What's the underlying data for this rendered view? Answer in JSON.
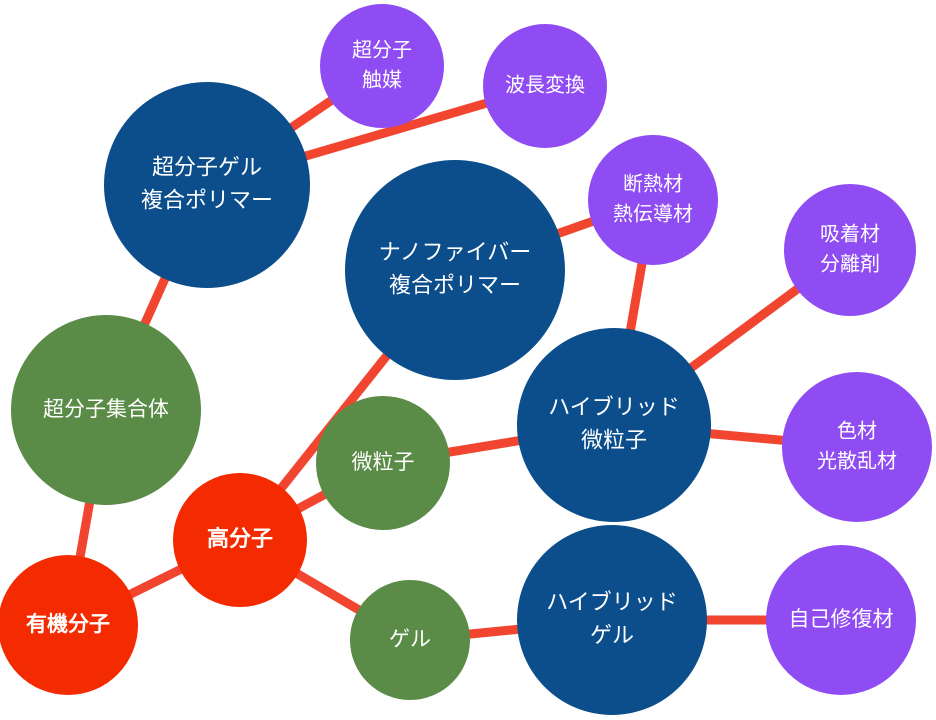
{
  "colors": {
    "link": "#f2452f",
    "red": "#f42b00",
    "green": "#5a8b47",
    "navy": "#0b4e8b",
    "purple": "#8f4cf3"
  },
  "nodes": {
    "supramolecular_catalyst": {
      "lines": [
        "超分子",
        "触媒"
      ],
      "color": "purple"
    },
    "wavelength_conversion": {
      "lines": [
        "波長変換"
      ],
      "color": "purple"
    },
    "supramolecular_gel_composite": {
      "lines": [
        "超分子ゲル",
        "複合ポリマー"
      ],
      "color": "navy"
    },
    "insulation_heat_conduction": {
      "lines": [
        "断熱材",
        "熱伝導材"
      ],
      "color": "purple"
    },
    "adsorbent_separator": {
      "lines": [
        "吸着材",
        "分離剤"
      ],
      "color": "purple"
    },
    "nanofiber_composite": {
      "lines": [
        "ナノファイバー",
        "複合ポリマー"
      ],
      "color": "navy"
    },
    "supramolecular_assembly": {
      "lines": [
        "超分子集合体"
      ],
      "color": "green"
    },
    "hybrid_microparticle": {
      "lines": [
        "ハイブリッド",
        "微粒子"
      ],
      "color": "navy"
    },
    "microparticle": {
      "lines": [
        "微粒子"
      ],
      "color": "green"
    },
    "colorant_scatterer": {
      "lines": [
        "色材",
        "光散乱材"
      ],
      "color": "purple"
    },
    "polymer": {
      "lines": [
        "高分子"
      ],
      "color": "red"
    },
    "organic_molecule": {
      "lines": [
        "有機分子"
      ],
      "color": "red"
    },
    "gel": {
      "lines": [
        "ゲル"
      ],
      "color": "green"
    },
    "hybrid_gel": {
      "lines": [
        "ハイブリッド",
        "ゲル"
      ],
      "color": "navy"
    },
    "self_healing": {
      "lines": [
        "自己修復材"
      ],
      "color": "purple"
    }
  },
  "links": [
    [
      "supramolecular_gel_composite",
      "supramolecular_catalyst"
    ],
    [
      "supramolecular_gel_composite",
      "wavelength_conversion"
    ],
    [
      "supramolecular_gel_composite",
      "supramolecular_assembly"
    ],
    [
      "supramolecular_assembly",
      "organic_molecule"
    ],
    [
      "organic_molecule",
      "polymer"
    ],
    [
      "polymer",
      "nanofiber_composite"
    ],
    [
      "polymer",
      "microparticle"
    ],
    [
      "polymer",
      "gel"
    ],
    [
      "microparticle",
      "hybrid_microparticle"
    ],
    [
      "gel",
      "hybrid_gel"
    ],
    [
      "hybrid_gel",
      "self_healing"
    ],
    [
      "hybrid_microparticle",
      "insulation_heat_conduction"
    ],
    [
      "hybrid_microparticle",
      "adsorbent_separator"
    ],
    [
      "hybrid_microparticle",
      "colorant_scatterer"
    ],
    [
      "nanofiber_composite",
      "insulation_heat_conduction"
    ]
  ]
}
